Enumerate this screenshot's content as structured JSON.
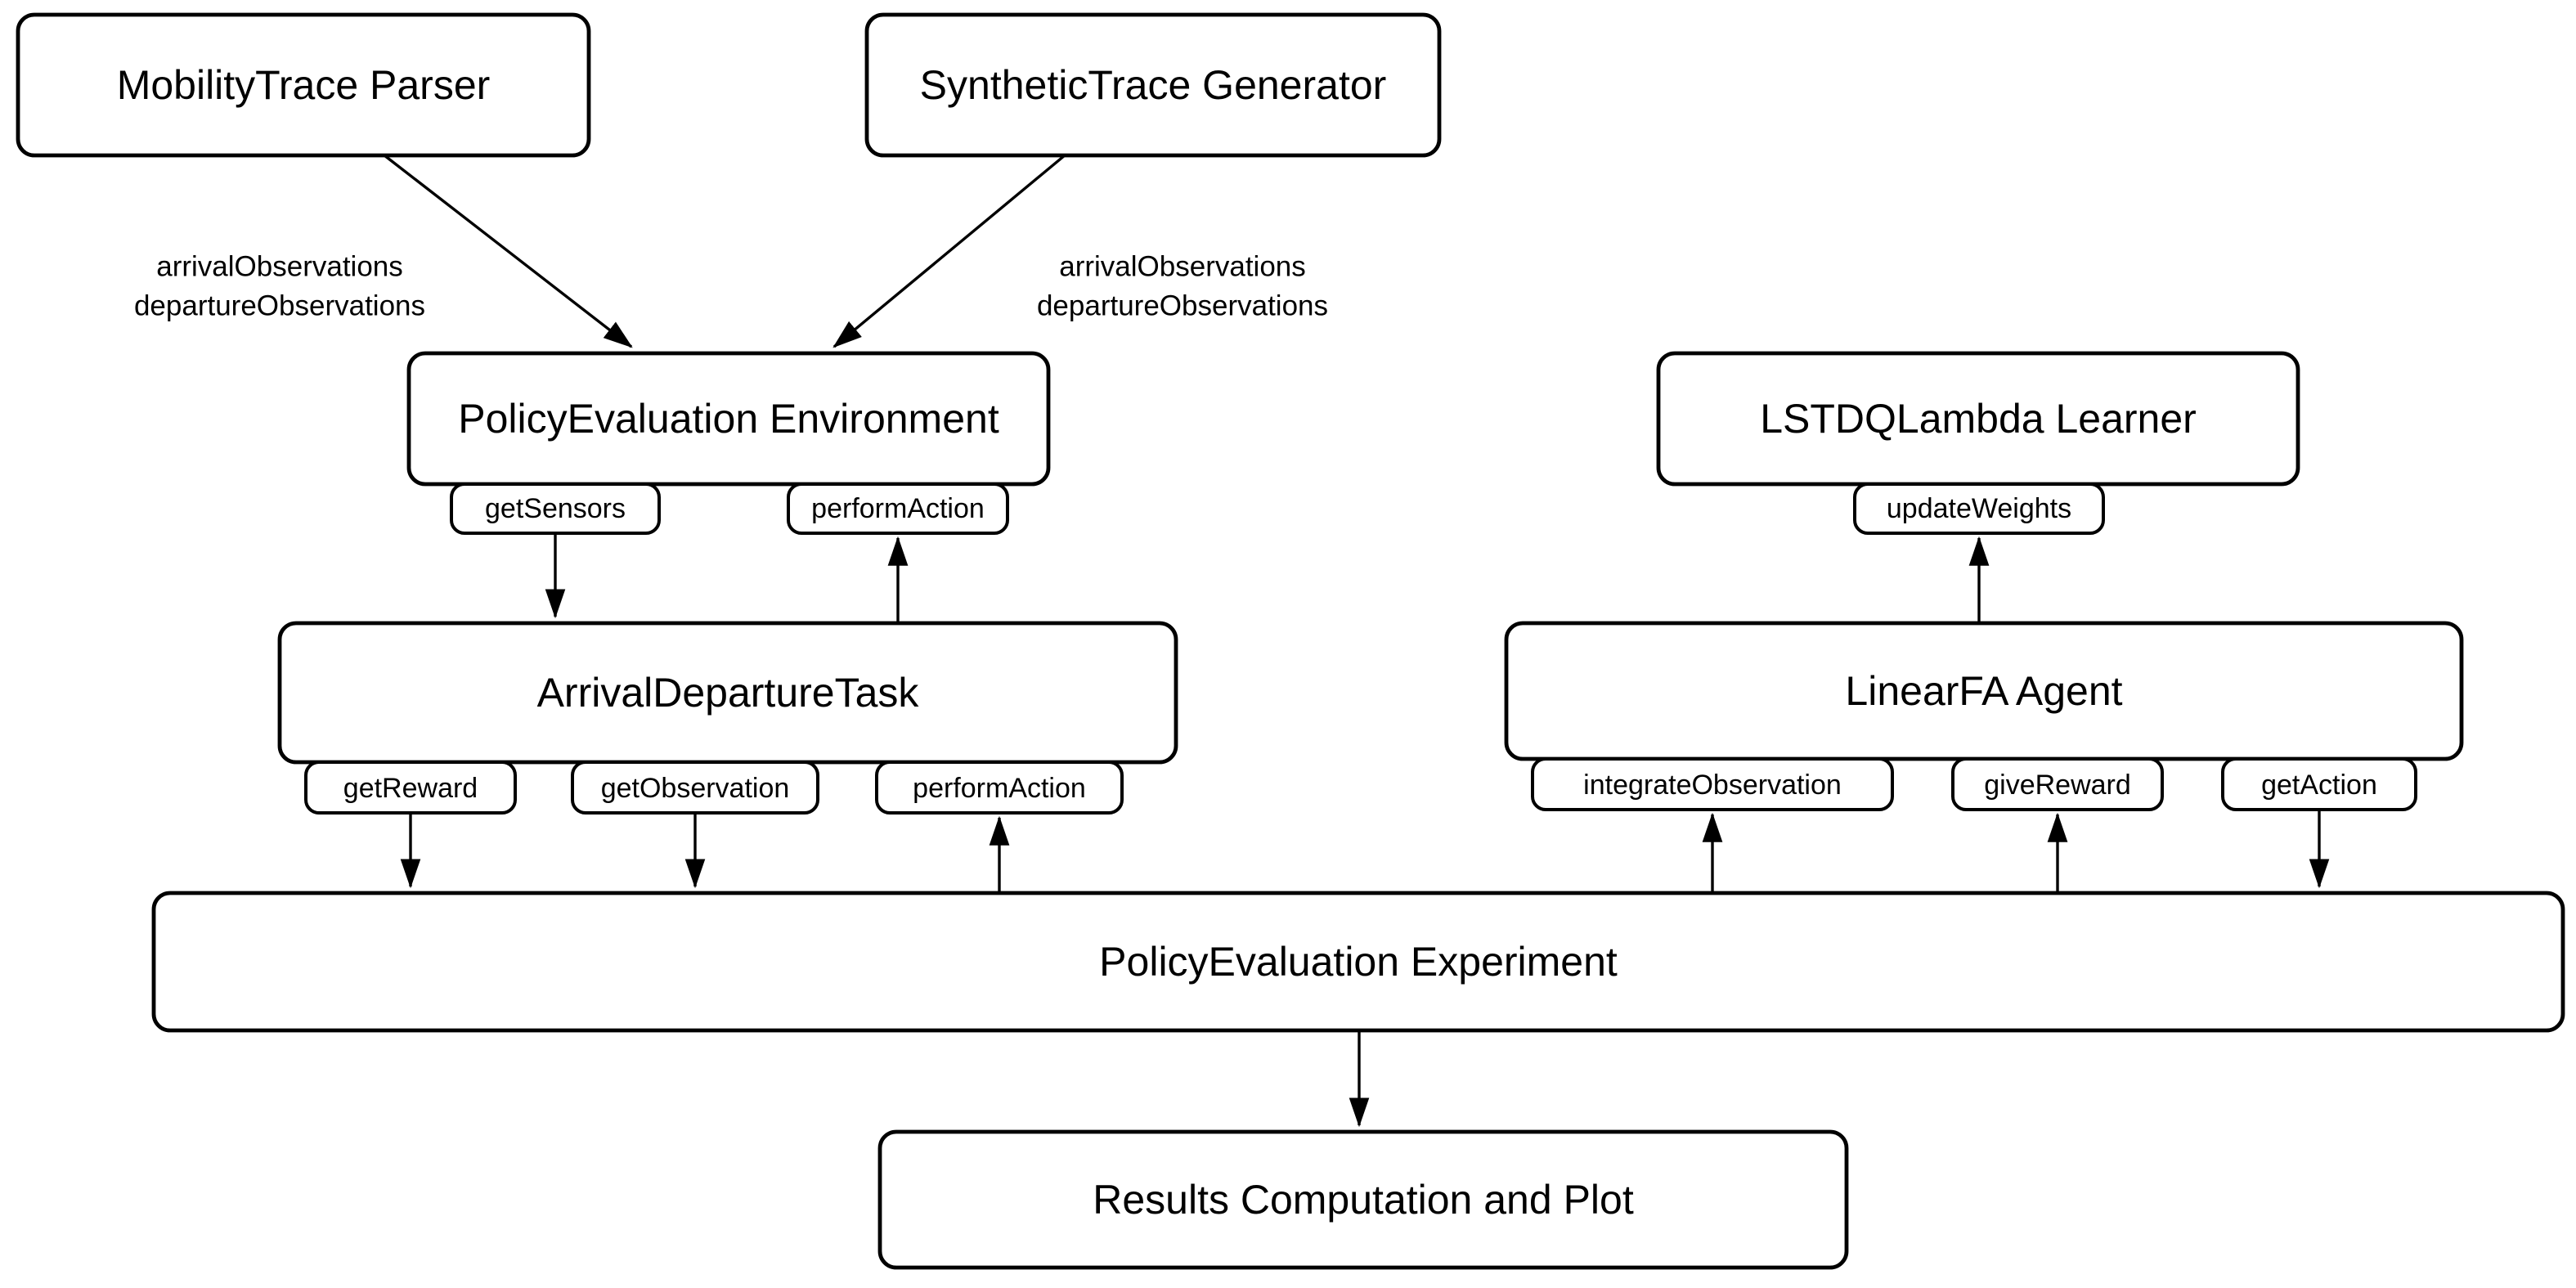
{
  "diagram": {
    "background_color": "#ffffff",
    "stroke_color": "#000000",
    "nodes": {
      "mobility_trace_parser": "MobilityTrace Parser",
      "synthetic_trace_generator": "SyntheticTrace Generator",
      "policy_evaluation_environment": "PolicyEvaluation Environment",
      "lstdq_lambda_learner": "LSTDQLambda Learner",
      "arrival_departure_task": "ArrivalDepartureTask",
      "linear_fa_agent": "LinearFA Agent",
      "policy_evaluation_experiment": "PolicyEvaluation Experiment",
      "results_computation_and_plot": "Results Computation and Plot"
    },
    "methods": {
      "environment": {
        "get_sensors": "getSensors",
        "perform_action": "performAction"
      },
      "learner": {
        "update_weights": "updateWeights"
      },
      "task": {
        "get_reward": "getReward",
        "get_observation": "getObservation",
        "perform_action": "performAction"
      },
      "agent": {
        "integrate_observation": "integrateObservation",
        "give_reward": "giveReward",
        "get_action": "getAction"
      }
    },
    "edge_labels": {
      "parser_to_environment": {
        "line1": "arrivalObservations",
        "line2": "departureObservations"
      },
      "generator_to_environment": {
        "line1": "arrivalObservations",
        "line2": "departureObservations"
      }
    }
  }
}
